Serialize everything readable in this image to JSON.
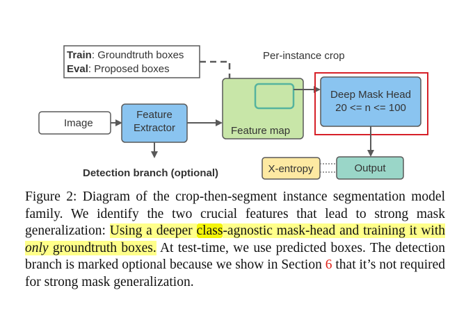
{
  "diagram": {
    "legend": {
      "train_label": "Train",
      "train_text": ": Groundtruth boxes",
      "eval_label": "Eval",
      "eval_text": ": Proposed boxes"
    },
    "image_box": "Image",
    "feature_extractor": [
      "Feature",
      "Extractor"
    ],
    "detection_branch": "Detection branch (optional)",
    "feature_map": "Feature map",
    "per_instance_crop": "Per-instance crop",
    "mask_head": [
      "Deep Mask Head",
      "20 <= n <= 100"
    ],
    "x_entropy": "X-entropy",
    "output": "Output",
    "colors": {
      "blue_box": "#8ac4f0",
      "green_box": "#c8e6a8",
      "teal_crop": "#55b39e",
      "yellow_box": "#fde9a2",
      "output_box": "#9ad6c8",
      "highlight_border": "#d62028"
    }
  },
  "caption": {
    "p1": "Figure 2: Diagram of the crop-then-segment instance segmentation model family. We identify the two crucial features that lead to strong mask generalization: ",
    "h1": "Using a deeper ",
    "h2": "class",
    "h3": "-agnostic mask-head and training it with ",
    "h4": "only",
    "h5": " groundtruth boxes.",
    "p2": " At test-time, we use predicted boxes. The detection branch is marked optional because we show in Section ",
    "ref": "6",
    "p3": " that it’s not required for strong mask generalization."
  }
}
